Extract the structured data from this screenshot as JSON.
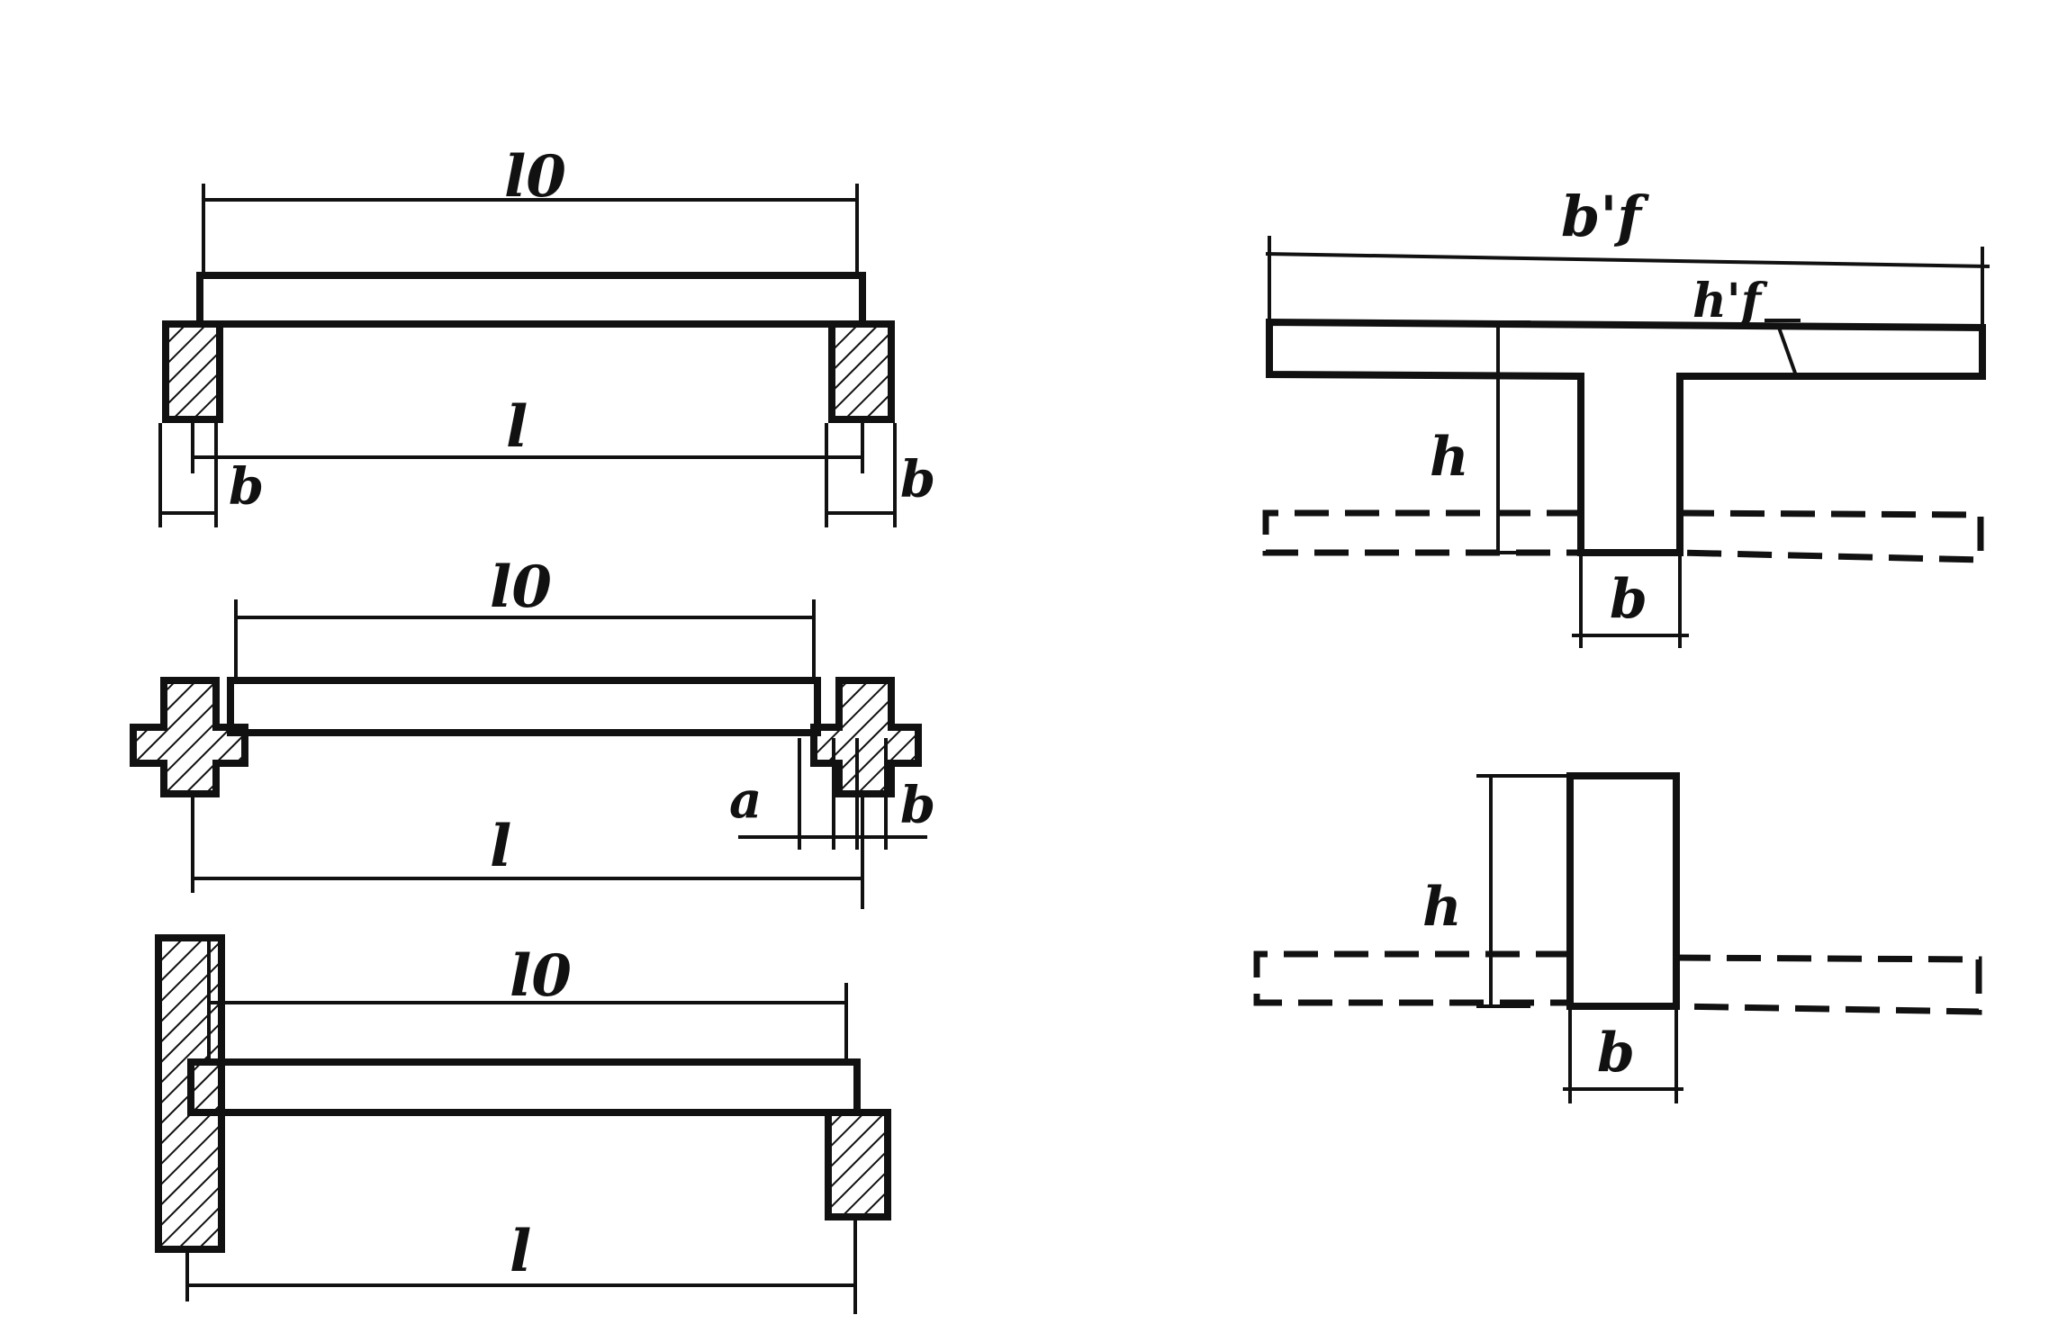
{
  "beam_diagrams": [
    {
      "span_label": "l0",
      "length_label": "l",
      "support_label": "b"
    },
    {
      "span_label": "l0",
      "length_label": "l",
      "offset_label": "a",
      "support_label": "b"
    },
    {
      "span_label": "l0",
      "length_label": "l"
    }
  ],
  "sections": {
    "t_section": {
      "flange_width": "b'f",
      "flange_thickness": "h'f",
      "height": "h",
      "web_width": "b"
    },
    "rect_section": {
      "height": "h",
      "width": "b"
    }
  }
}
